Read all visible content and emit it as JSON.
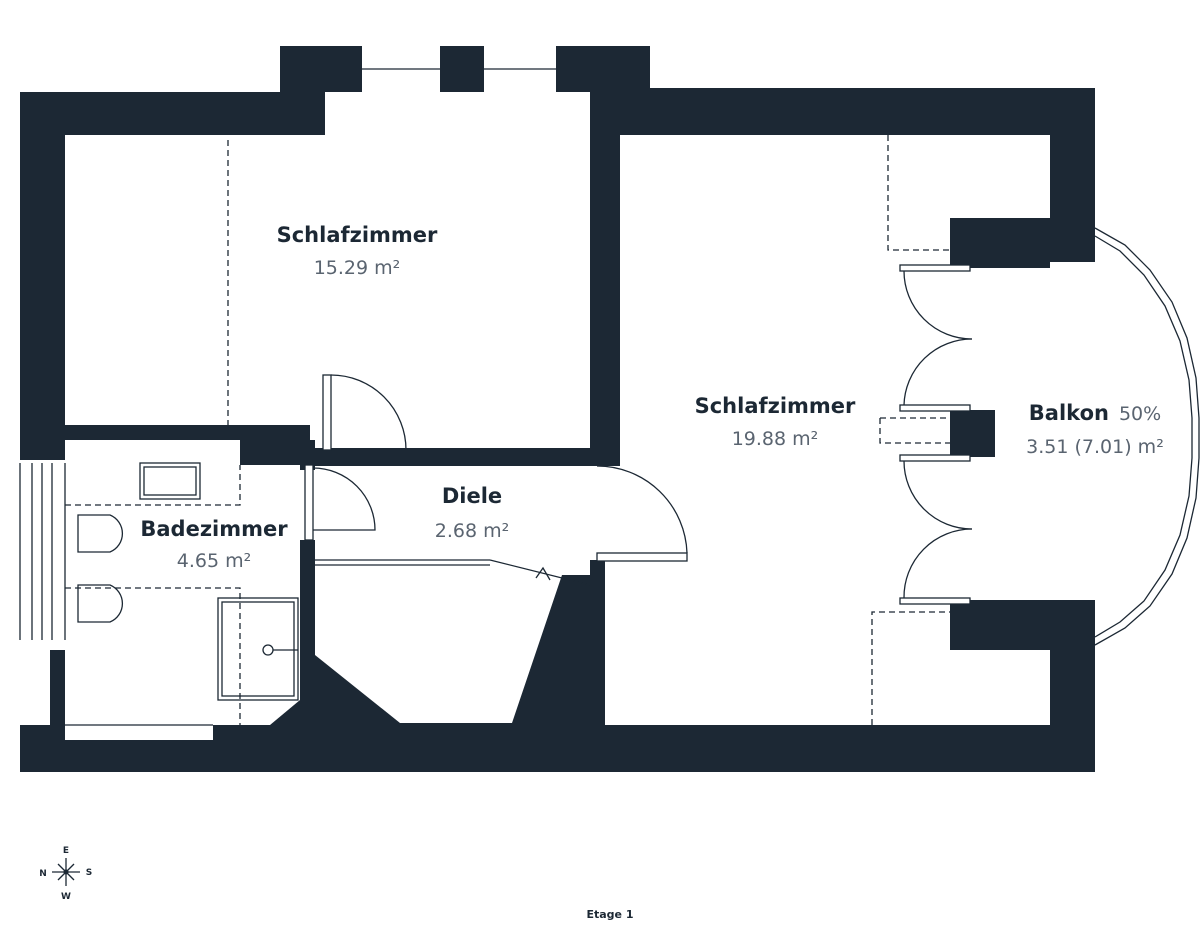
{
  "colors": {
    "wall": "#1c2834",
    "text_primary": "#1c2834",
    "text_secondary": "#5a6470",
    "background": "#ffffff"
  },
  "rooms": [
    {
      "id": "schlafzimmer-1",
      "name": "Schlafzimmer",
      "area": "15.29 m²"
    },
    {
      "id": "schlafzimmer-2",
      "name": "Schlafzimmer",
      "area": "19.88 m²"
    },
    {
      "id": "diele",
      "name": "Diele",
      "area": "2.68 m²"
    },
    {
      "id": "badezimmer",
      "name": "Badezimmer",
      "area": "4.65 m²"
    },
    {
      "id": "balkon",
      "name": "Balkon",
      "name_suffix": "50%",
      "area": "3.51 (7.01) m²"
    }
  ],
  "compass": {
    "north": "N",
    "east": "E",
    "south": "S",
    "west": "W",
    "icon": "compass-icon"
  },
  "floor_label": "Etage 1"
}
